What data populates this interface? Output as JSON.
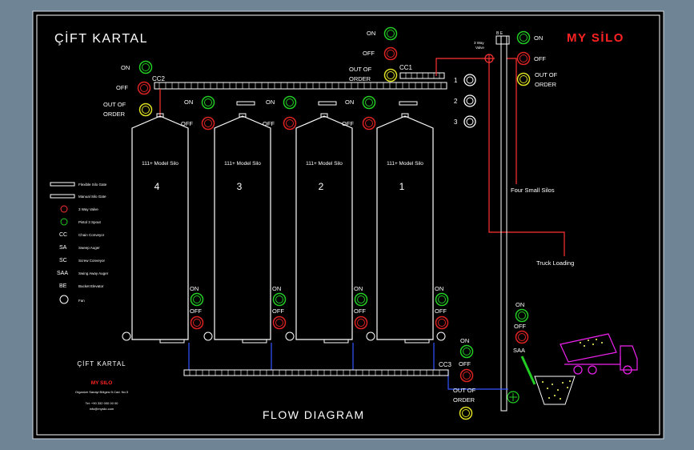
{
  "title_left": "ÇİFT KARTAL",
  "title_right": "MY SİLO",
  "footer_title": "FLOW DIAGRAM",
  "labels": {
    "on": "ON",
    "off": "OFF",
    "out_of": "OUT OF",
    "order": "ORDER"
  },
  "conveyors": {
    "cc1": "CC1",
    "cc2": "CC2",
    "cc3": "CC3"
  },
  "silos": [
    {
      "number": "4",
      "model": "111+ Model Silo"
    },
    {
      "number": "3",
      "model": "111+ Model Silo"
    },
    {
      "number": "2",
      "model": "111+ Model Silo"
    },
    {
      "number": "1",
      "model": "111+ Model Silo"
    }
  ],
  "small_silo_numbers": [
    "1",
    "2",
    "3"
  ],
  "small_silos_label": "Four Small Silos",
  "truck_loading_label": "Truck Loading",
  "saa_label": "SAA",
  "legend": [
    "Flexible Silo Gate",
    "Manual Silo Gate",
    "3 Way Valve",
    "Pistol 3 Spout",
    "Chain Conveyor",
    "Sweep Auger",
    "Screw Conveyor",
    "Swing Away Auger",
    "Bucket Elevator",
    "Fan"
  ],
  "legend_symbols": [
    "",
    "",
    "",
    "",
    "CC",
    "SA",
    "SC",
    "SAA",
    "BE",
    ""
  ],
  "company": {
    "name": "ÇİFT KARTAL",
    "brand": "MY SILO",
    "line1": "Organize Sanayi Bölgesi 5.Cad. No:3",
    "line2": "Tel: +90 332 000 00 00",
    "line3": "info@mysilo.com"
  },
  "colors": {
    "on": "#22cc22",
    "off": "#dd2222",
    "out_of_order": "#dddd22",
    "frame": "#000000",
    "accent": "#ff2222",
    "route": "#ff3333",
    "pipe": "#3355ff"
  }
}
